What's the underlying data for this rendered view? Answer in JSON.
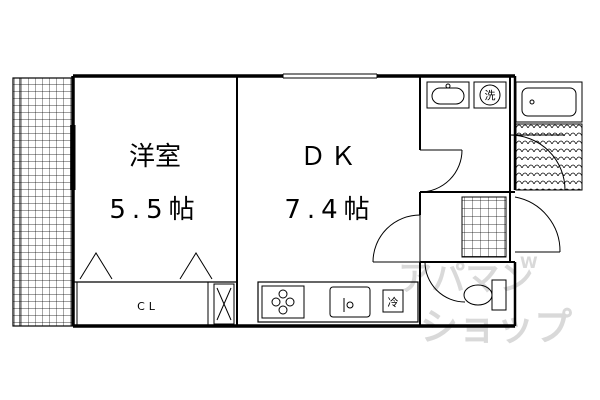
{
  "rooms": {
    "western_room": {
      "name": "洋室",
      "size": "5.5帖"
    },
    "dk": {
      "name": "ＤＫ",
      "size": "7.4帖"
    }
  },
  "fixtures": {
    "closet": "CL",
    "washer": "洗",
    "refrigerator": "冷"
  },
  "watermark": {
    "line1": "アパマン",
    "line2": "ショップ",
    "accent": "W"
  },
  "colors": {
    "line": "#000000",
    "watermark": "#d9d9d9"
  }
}
